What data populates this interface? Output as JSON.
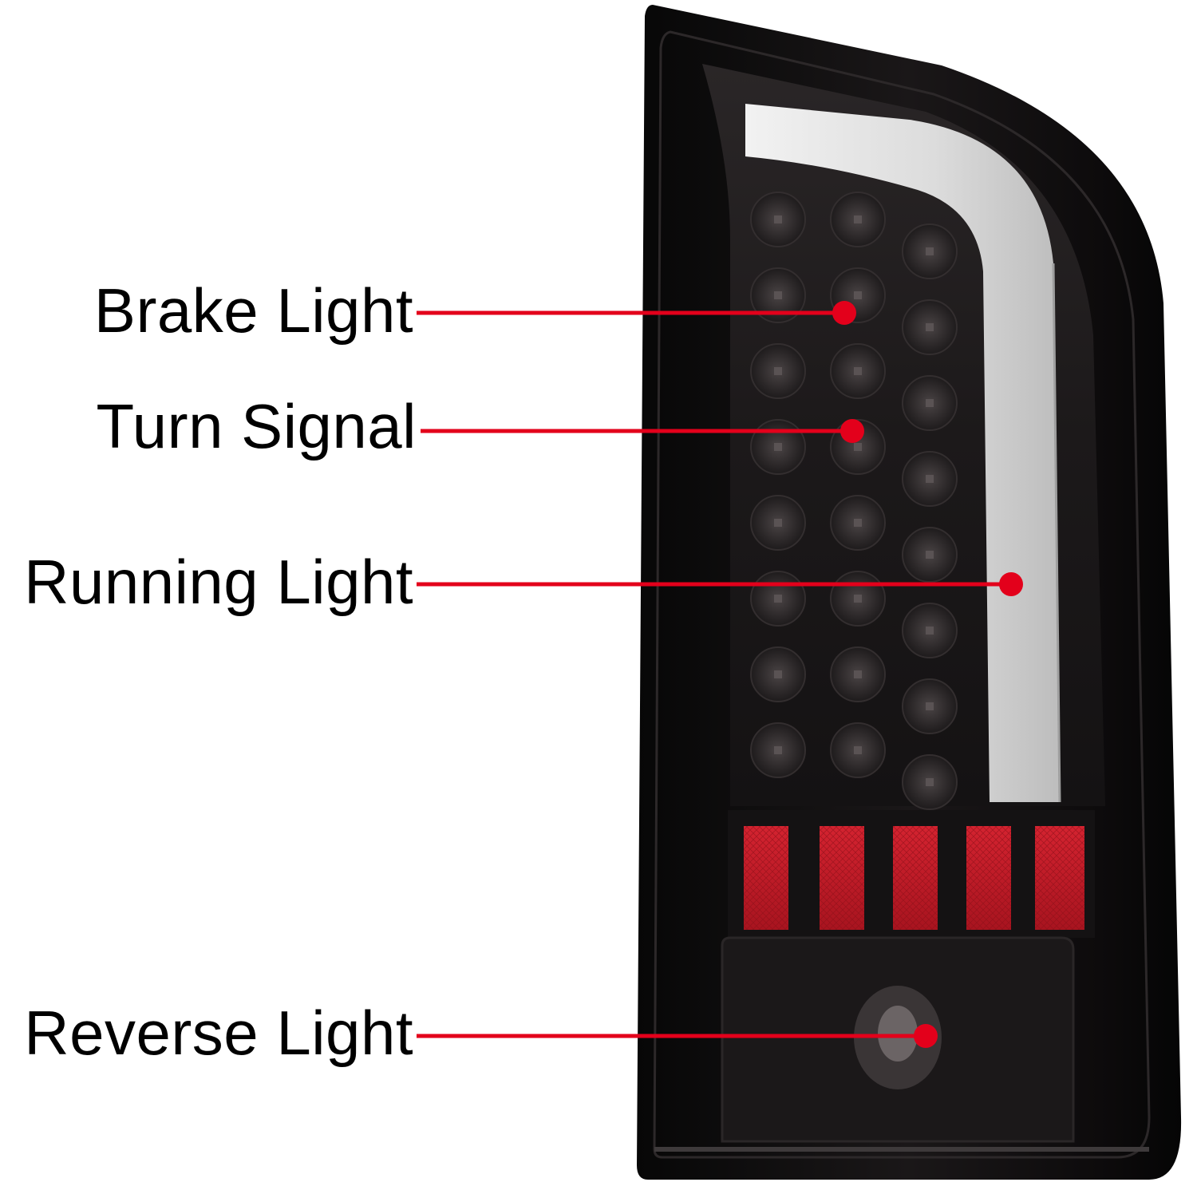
{
  "diagram": {
    "subject": "LED tail light assembly (smoked housing)",
    "callouts": [
      {
        "id": "brake",
        "label": "Brake Light"
      },
      {
        "id": "turn",
        "label": "Turn Signal"
      },
      {
        "id": "running",
        "label": "Running Light"
      },
      {
        "id": "reverse",
        "label": "Reverse Light"
      }
    ]
  },
  "colors": {
    "callout_line": "#e3001b",
    "callout_dot": "#e3001b",
    "label_text": "#000000",
    "housing": "#0e0c0d",
    "light_bar": "#e7e6e6",
    "reflector": "#c8202a"
  },
  "icons": {
    "callout_marker": "dot-icon"
  }
}
